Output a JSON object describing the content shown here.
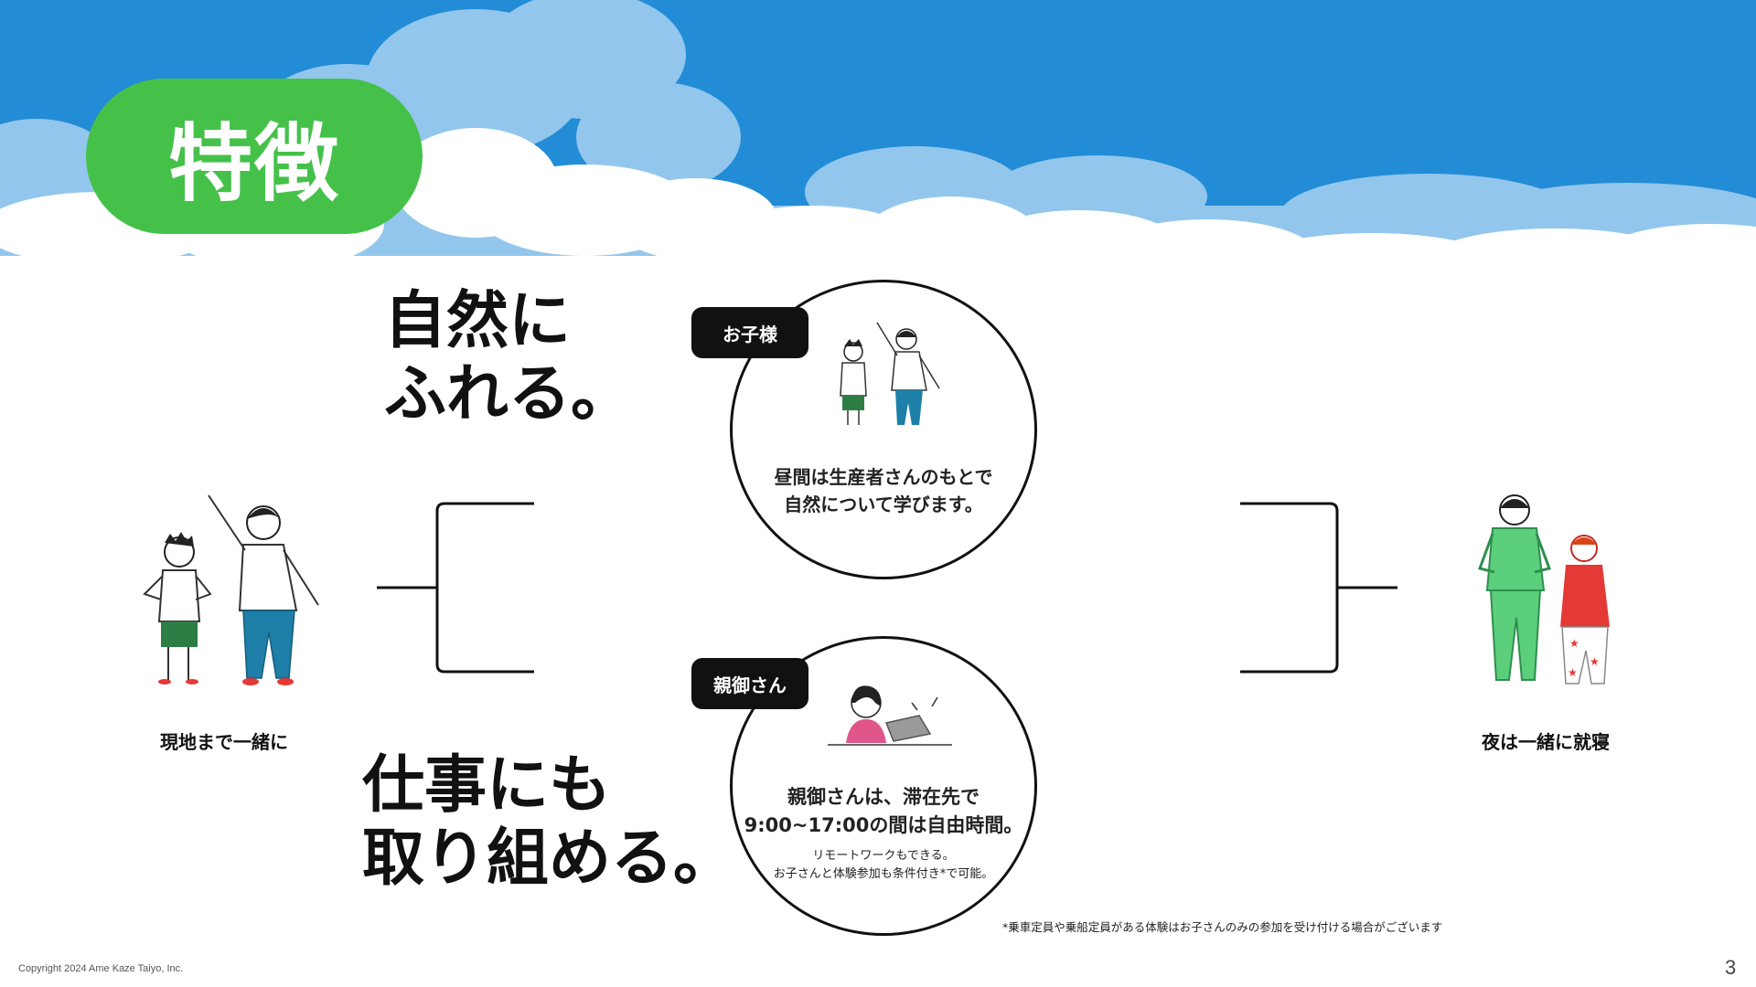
{
  "slide": {
    "title": "特徴",
    "page_number": "3",
    "copyright": "Copyright 2024 Ame Kaze Taiyo, Inc."
  },
  "colors": {
    "sky": "#228cd6",
    "cloud_back": "#93c6ec",
    "cloud_front": "#ffffff",
    "title_pill": "#45c14a",
    "badge": "#111111"
  },
  "headlines": {
    "nature": "自然に\nふれる。",
    "work": "仕事にも\n取り組める。"
  },
  "left_panel": {
    "caption": "現地まで一緒に",
    "illustration": "parent-and-child-pointing"
  },
  "right_panel": {
    "caption": "夜は一緒に就寝",
    "illustration": "family-in-pajamas"
  },
  "child_circle": {
    "badge": "お子様",
    "text": "昼間は生産者さんのもとで\n自然について学びます。",
    "illustration": "kids-pointing"
  },
  "parent_circle": {
    "badge": "親御さん",
    "text": "親御さんは、滞在先で\n9:00~17:00の間は自由時間。",
    "note": "リモートワークもできる。\nお子さんと体験参加も条件付き*で可能。",
    "illustration": "woman-with-laptop"
  },
  "footnote": "*乗車定員や乗船定員がある体験はお子さんのみの参加を受け付ける場合がございます"
}
